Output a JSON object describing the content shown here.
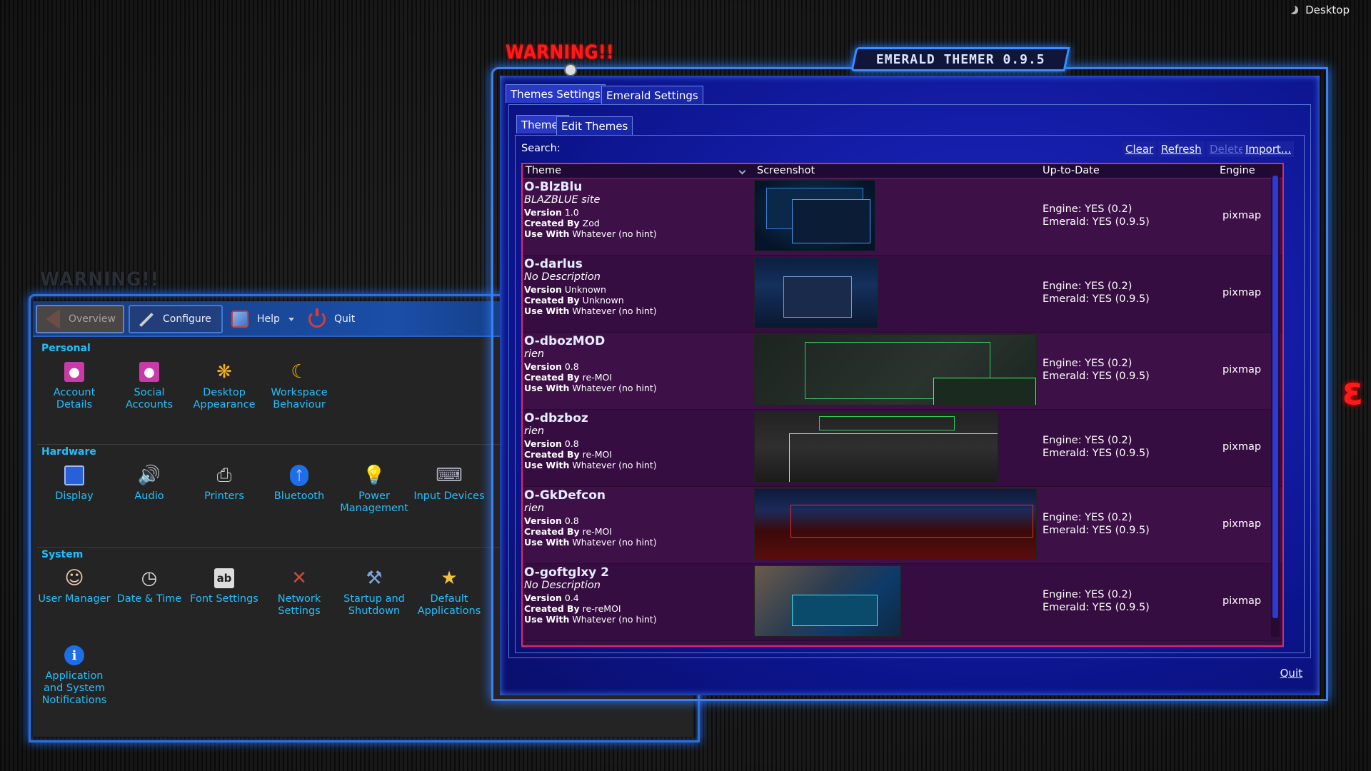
{
  "top_panel": {
    "label": "Desktop"
  },
  "system_settings": {
    "warning": "WARNING!!",
    "toolbar": {
      "overview": "Overview",
      "configure": "Configure",
      "help": "Help",
      "quit": "Quit"
    },
    "sections": [
      {
        "title": "Personal",
        "items": [
          {
            "label": "Account Details",
            "icon": "account-icon"
          },
          {
            "label": "Social Accounts",
            "icon": "social-icon"
          },
          {
            "label": "Desktop Appearance",
            "icon": "appearance-icon"
          },
          {
            "label": "Workspace Behaviour",
            "icon": "workspace-icon"
          }
        ]
      },
      {
        "title": "Hardware",
        "items": [
          {
            "label": "Display",
            "icon": "display-icon"
          },
          {
            "label": "Audio",
            "icon": "audio-icon"
          },
          {
            "label": "Printers",
            "icon": "printer-icon"
          },
          {
            "label": "Bluetooth",
            "icon": "bluetooth-icon"
          },
          {
            "label": "Power Management",
            "icon": "power-management-icon"
          },
          {
            "label": "Input Devices",
            "icon": "input-devices-icon"
          }
        ]
      },
      {
        "title": "System",
        "items": [
          {
            "label": "User Manager",
            "icon": "users-icon"
          },
          {
            "label": "Date & Time",
            "icon": "clock-icon"
          },
          {
            "label": "Font Settings",
            "icon": "font-icon"
          },
          {
            "label": "Network Settings",
            "icon": "network-icon"
          },
          {
            "label": "Startup and Shutdown",
            "icon": "startup-icon"
          },
          {
            "label": "Default Applications",
            "icon": "default-apps-icon"
          },
          {
            "label": "Application and System Notifications",
            "icon": "info-icon"
          }
        ]
      }
    ]
  },
  "emerald_themer": {
    "title": "EMERALD THEMER 0.9.5",
    "warning": "WARNING!!",
    "tabs": [
      "Themes Settings",
      "Emerald Settings"
    ],
    "sub_tabs": [
      "Themes",
      "Edit Themes"
    ],
    "search": {
      "label": "Search:",
      "value": ""
    },
    "actions": {
      "clear": "Clear",
      "refresh": "Refresh",
      "delete": "Delete",
      "import": "Import..."
    },
    "columns": [
      "Theme",
      "Screenshot",
      "Up-to-Date",
      "Engine"
    ],
    "meta_labels": {
      "version": "Version",
      "created_by": "Created By",
      "use_with": "Use With",
      "no_hint": "(no hint)"
    },
    "themes": [
      {
        "name": "O-BlzBlu",
        "description": "BLAZBLUE site",
        "version": "1.0",
        "created_by": "Zod",
        "use_with": "Whatever",
        "engine_status": "Engine: YES (0.2)",
        "emerald_status": "Emerald: YES (0.9.5)",
        "engine": "pixmap"
      },
      {
        "name": "O-darlus",
        "description": "No Description",
        "version": "Unknown",
        "created_by": "Unknown",
        "use_with": "Whatever",
        "engine_status": "Engine: YES (0.2)",
        "emerald_status": "Emerald: YES (0.9.5)",
        "engine": "pixmap"
      },
      {
        "name": "O-dbozMOD",
        "description": "rien",
        "version": "0.8",
        "created_by": "re-MOI",
        "use_with": "Whatever",
        "engine_status": "Engine: YES (0.2)",
        "emerald_status": "Emerald: YES (0.9.5)",
        "engine": "pixmap"
      },
      {
        "name": "O-dbzboz",
        "description": "rien",
        "version": "0.8",
        "created_by": "re-MOI",
        "use_with": "Whatever",
        "engine_status": "Engine: YES (0.2)",
        "emerald_status": "Emerald: YES (0.9.5)",
        "engine": "pixmap"
      },
      {
        "name": "O-GkDefcon",
        "description": "rien",
        "version": "0.8",
        "created_by": "re-MOI",
        "use_with": "Whatever",
        "engine_status": "Engine: YES (0.2)",
        "emerald_status": "Emerald: YES (0.9.5)",
        "engine": "pixmap"
      },
      {
        "name": "O-goftglxy 2",
        "description": "No Description",
        "version": "0.4",
        "created_by": "re-reMOI",
        "use_with": "Whatever",
        "engine_status": "Engine: YES (0.2)",
        "emerald_status": "Emerald: YES (0.9.5)",
        "engine": "pixmap"
      }
    ],
    "quit": "Quit"
  },
  "colors": {
    "accent": "#1fc0ff",
    "frame": "#3f7ff0",
    "warning": "#ff1a1a",
    "table_border": "#e8246a"
  }
}
